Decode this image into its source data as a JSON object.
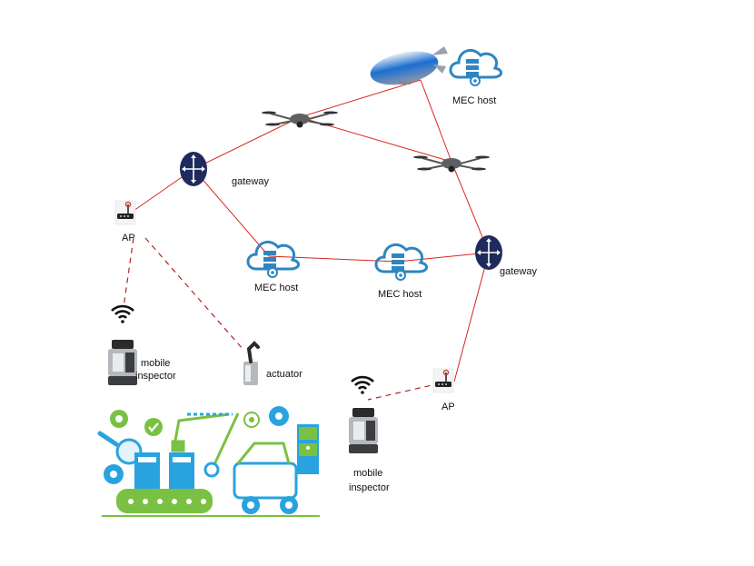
{
  "labels": {
    "mec_top": "MEC host",
    "gateway_left": "gateway",
    "gateway_right": "gateway",
    "ap_left": "AP",
    "ap_right": "AP",
    "mec_mid_left": "MEC host",
    "mec_mid_right": "MEC host",
    "mobile_inspector_left": "mobile\ninspector",
    "actuator": "actuator",
    "mobile_inspector_right": "mobile\ninspector"
  },
  "colors": {
    "link": "#d7261e",
    "gateway": "#1f2a5c",
    "cloud": "#2e86c1",
    "factory_green": "#7ac143",
    "factory_blue": "#29a3e0"
  }
}
